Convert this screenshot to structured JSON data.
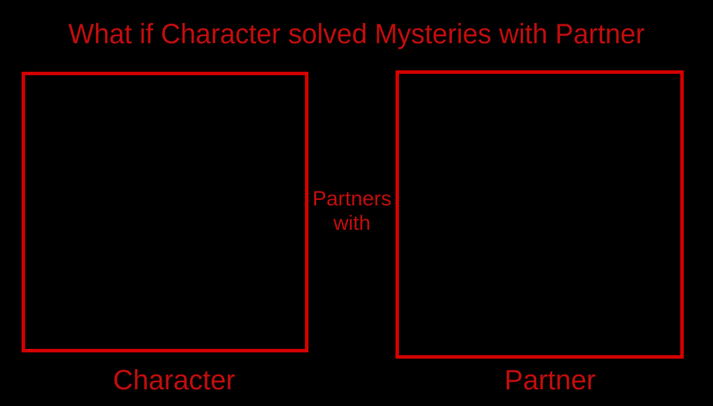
{
  "meme": {
    "title": "What if Character solved Mysteries with Partner",
    "connector_line1": "Partners",
    "connector_line2": "with",
    "left_label": "Character",
    "right_label": "Partner",
    "colors": {
      "background": "#000000",
      "box_border_red": "#d40000",
      "text_red": "#c40d0d"
    }
  }
}
